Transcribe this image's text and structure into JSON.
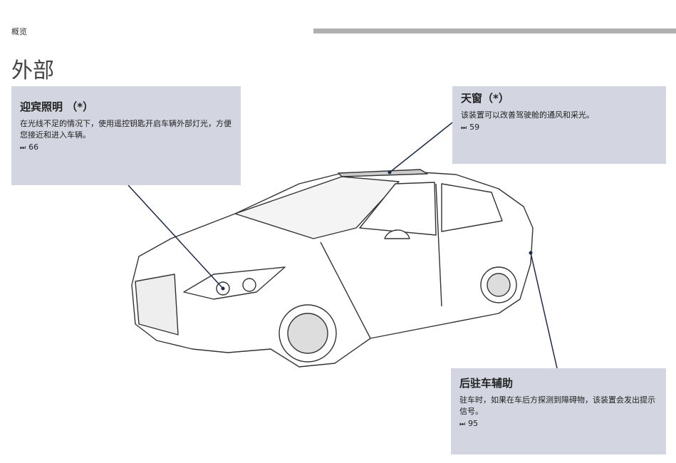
{
  "header": {
    "section": "概览",
    "title": "外部"
  },
  "callouts": [
    {
      "title": "迎宾照明 （*）",
      "text": "在光线不足的情况下，使用遥控钥匙开启车辆外部灯光，方便您接近和进入车辆。",
      "ref_icon": "⏭",
      "page": "66"
    },
    {
      "title": "天窗（*）",
      "text": "该装置可以改善驾驶舱的通风和采光。",
      "ref_icon": "⏭",
      "page": "59"
    },
    {
      "title": "后驻车辅助",
      "text": "驻车时，如果在车后方探测到障碍物，该装置会发出提示信号。",
      "ref_icon": "⏭",
      "page": "95"
    }
  ],
  "colors": {
    "box": "#d3d5e1",
    "leader": "#1b2a4a",
    "bar": "#b0b0b0"
  }
}
